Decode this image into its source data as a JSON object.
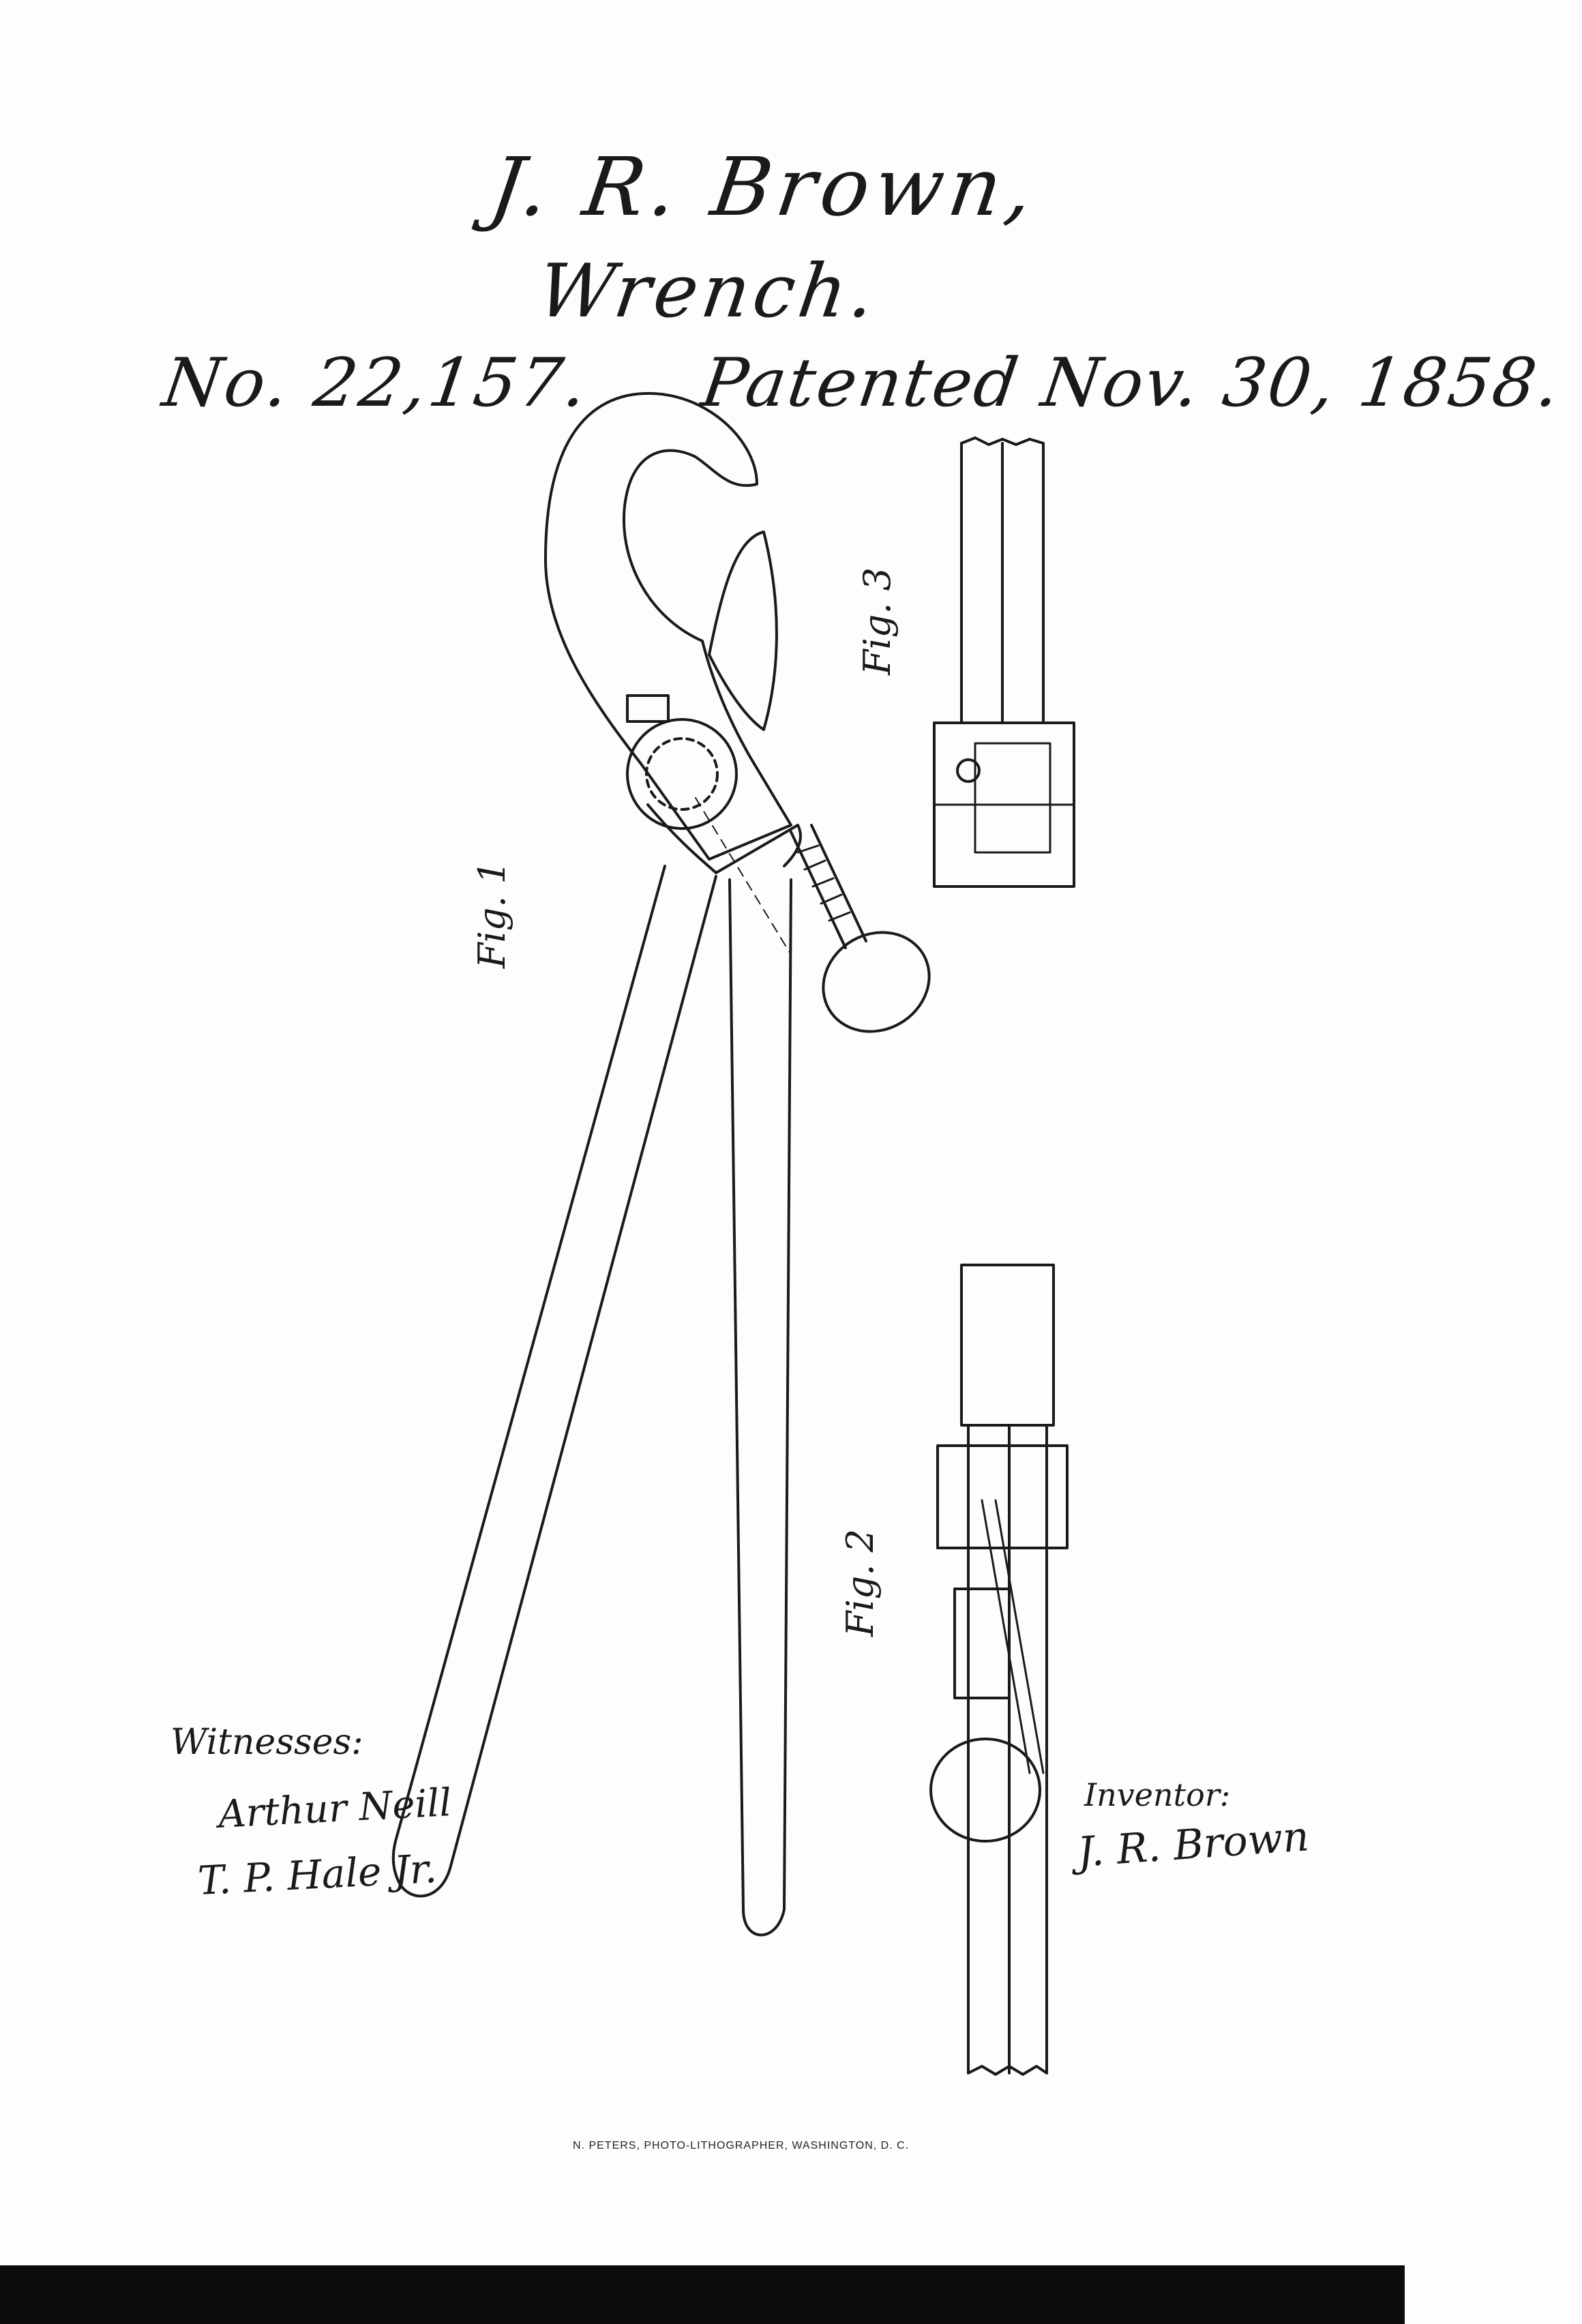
{
  "header": {
    "inventor_name": "J. R. Brown,",
    "subject": "Wrench.",
    "patent_number": "No. 22,157.",
    "patented_date": "Patented Nov. 30, 1858."
  },
  "figures": {
    "fig1_label": "Fig. 1",
    "fig2_label": "Fig. 2",
    "fig3_label": "Fig. 3"
  },
  "signatures": {
    "witnesses_label": "Witnesses:",
    "witness_1": "Arthur Neill",
    "witness_2": "T. P. Hale Jr.",
    "inventor_label": "Inventor:",
    "inventor_signature": "J. R. Brown"
  },
  "footer": {
    "lithographer": "N. PETERS, PHOTO-LITHOGRAPHER, WASHINGTON, D. C."
  },
  "colors": {
    "paper": "#fdfdfd",
    "ink": "#1a1a1a",
    "bottom_bar": "#0b0b0b"
  }
}
